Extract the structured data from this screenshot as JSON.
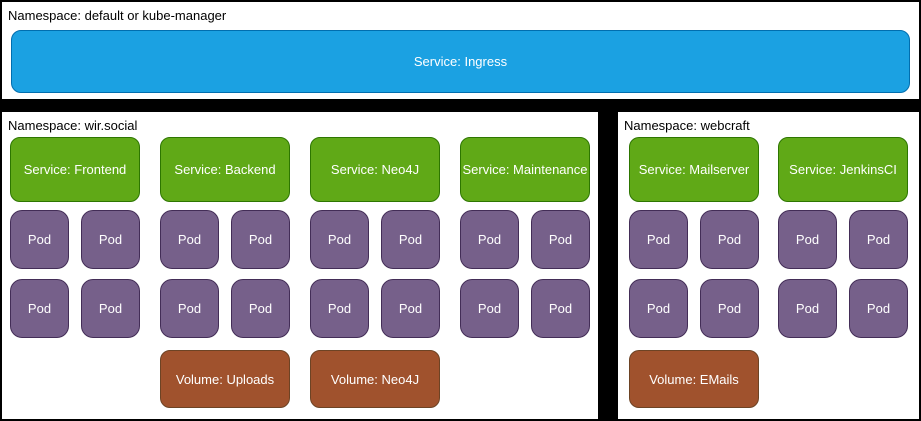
{
  "colors": {
    "background": "#000000",
    "panel": "#ffffff",
    "label_text": "#000000",
    "box_text": "#ffffff",
    "ingress_fill": "#1BA1E2",
    "ingress_stroke": "#006EAF",
    "service_fill": "#60A917",
    "service_stroke": "#2D7600",
    "pod_fill": "#76608A",
    "pod_stroke": "#432D57",
    "volume_fill": "#A0522D",
    "volume_stroke": "#6D4324"
  },
  "top_namespace": {
    "label": "Namespace: default or kube-manager",
    "service": "Service: Ingress"
  },
  "namespaces": [
    {
      "label": "Namespace: wir.social",
      "groups": [
        {
          "service": "Service: Frontend",
          "pods": [
            "Pod",
            "Pod",
            "Pod",
            "Pod"
          ],
          "volume": null
        },
        {
          "service": "Service: Backend",
          "pods": [
            "Pod",
            "Pod",
            "Pod",
            "Pod"
          ],
          "volume": "Volume: Uploads"
        },
        {
          "service": "Service: Neo4J",
          "pods": [
            "Pod",
            "Pod",
            "Pod",
            "Pod"
          ],
          "volume": "Volume: Neo4J"
        },
        {
          "service": "Service: Maintenance",
          "pods": [
            "Pod",
            "Pod",
            "Pod",
            "Pod"
          ],
          "volume": null
        }
      ]
    },
    {
      "label": "Namespace: webcraft",
      "groups": [
        {
          "service": "Service: Mailserver",
          "pods": [
            "Pod",
            "Pod",
            "Pod",
            "Pod"
          ],
          "volume": "Volume: EMails"
        },
        {
          "service": "Service: JenkinsCI",
          "pods": [
            "Pod",
            "Pod",
            "Pod",
            "Pod"
          ],
          "volume": null
        }
      ]
    }
  ]
}
